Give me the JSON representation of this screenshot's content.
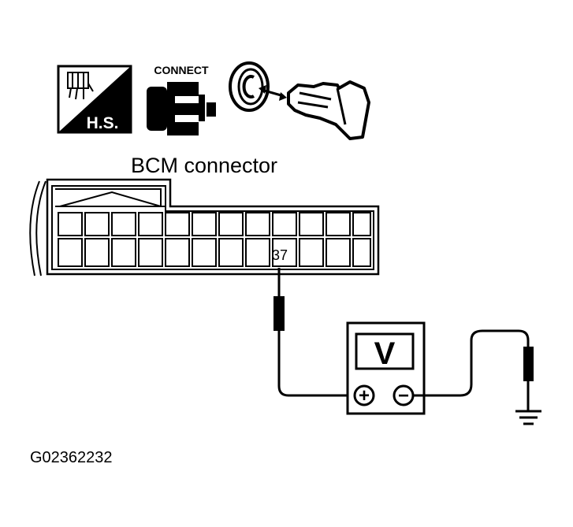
{
  "icons": {
    "harness_side_label": "H.S.",
    "connect_label": "CONNECT"
  },
  "connector": {
    "title": "BCM connector",
    "terminal_label": "37"
  },
  "meter": {
    "symbol": "V",
    "plus_symbol": "+",
    "minus_symbol": "−"
  },
  "figure_code": "G02362232"
}
